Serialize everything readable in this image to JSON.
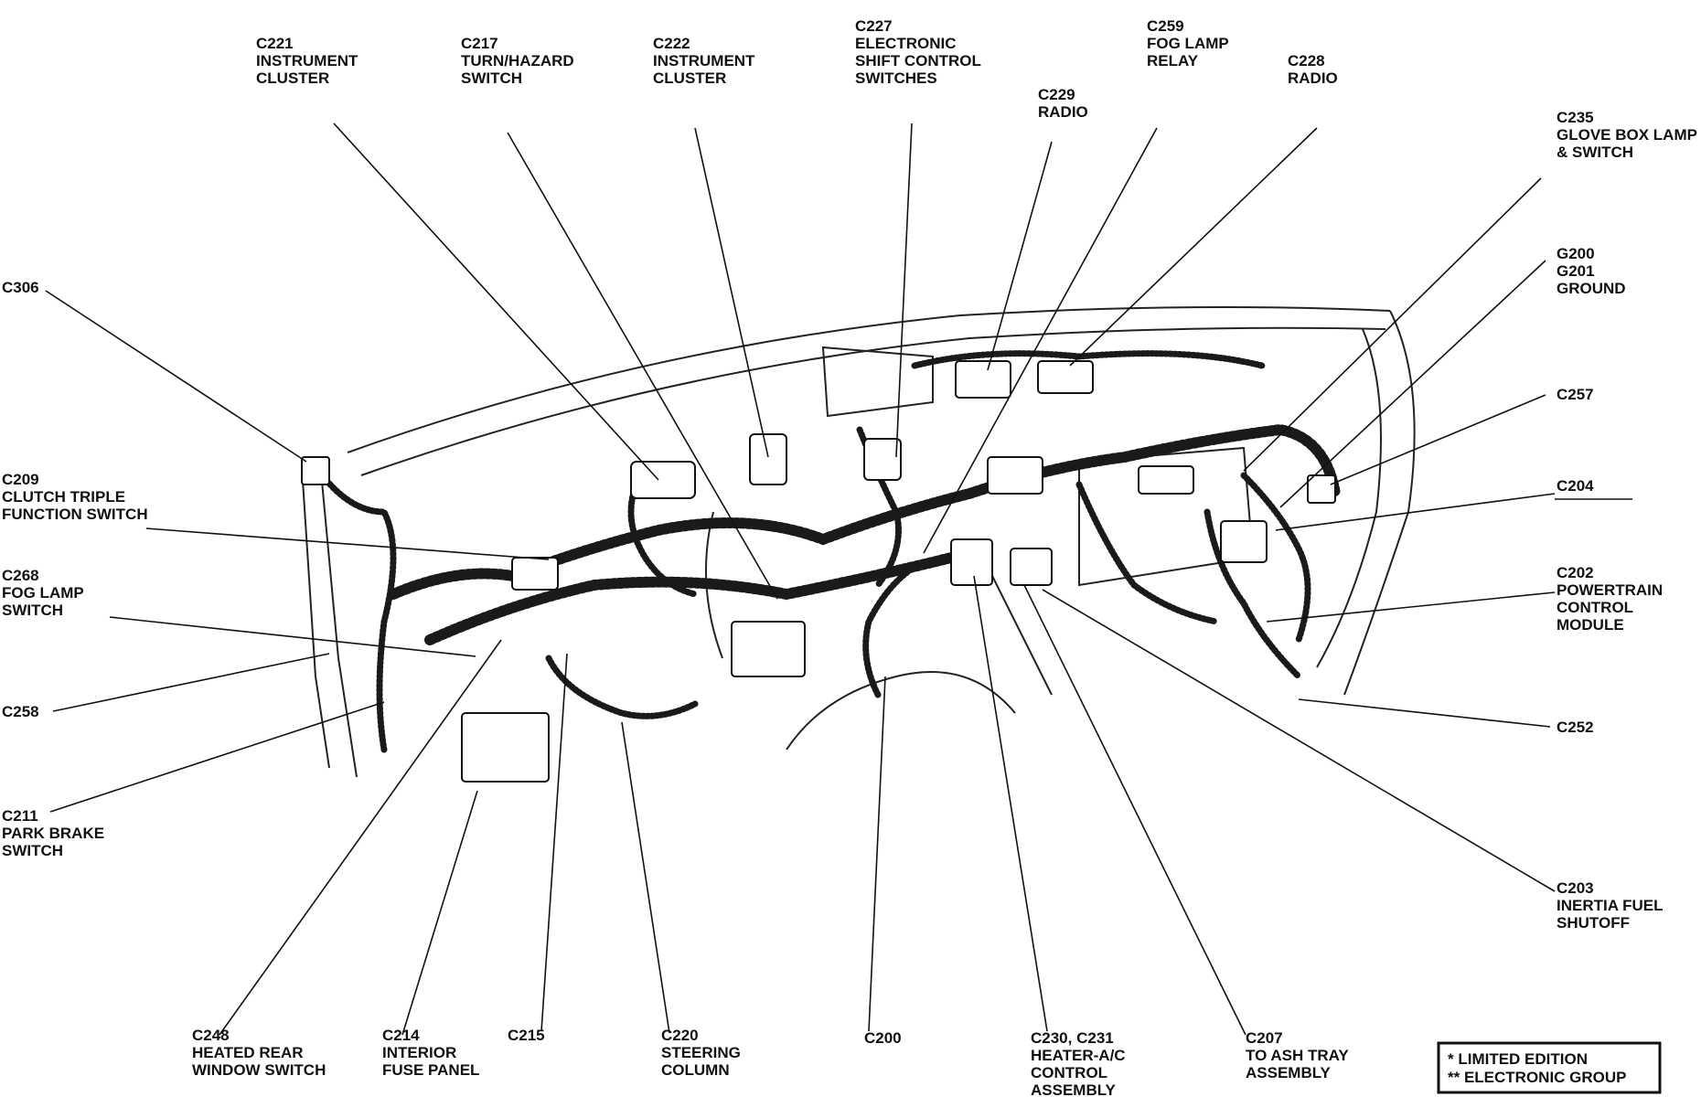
{
  "callouts": [
    {
      "id": "c221",
      "lines": [
        "C221",
        "INSTRUMENT",
        "CLUSTER"
      ]
    },
    {
      "id": "c217",
      "lines": [
        "C217",
        "TURN/HAZARD",
        "SWITCH"
      ]
    },
    {
      "id": "c222",
      "lines": [
        "C222",
        "INSTRUMENT",
        "CLUSTER"
      ]
    },
    {
      "id": "c227",
      "lines": [
        "C227",
        "ELECTRONIC",
        "SHIFT CONTROL",
        "SWITCHES"
      ]
    },
    {
      "id": "c259",
      "lines": [
        "C259",
        "FOG LAMP",
        "RELAY"
      ]
    },
    {
      "id": "c228",
      "lines": [
        "C228",
        "RADIO"
      ]
    },
    {
      "id": "c229",
      "lines": [
        "C229",
        "RADIO"
      ]
    },
    {
      "id": "c235",
      "lines": [
        "C235",
        "GLOVE BOX LAMP",
        "& SWITCH"
      ]
    },
    {
      "id": "c306",
      "lines": [
        "C306"
      ]
    },
    {
      "id": "g200",
      "lines": [
        "G200",
        "G201",
        "GROUND"
      ]
    },
    {
      "id": "c257",
      "lines": [
        "C257"
      ]
    },
    {
      "id": "c204",
      "lines": [
        "C204"
      ]
    },
    {
      "id": "c209",
      "lines": [
        "C209",
        "CLUTCH TRIPLE",
        "FUNCTION SWITCH"
      ]
    },
    {
      "id": "c268",
      "lines": [
        "C268",
        "FOG LAMP",
        "SWITCH"
      ]
    },
    {
      "id": "c202",
      "lines": [
        "C202",
        "POWERTRAIN",
        "CONTROL",
        "MODULE"
      ]
    },
    {
      "id": "c258",
      "lines": [
        "C258"
      ]
    },
    {
      "id": "c252",
      "lines": [
        "C252"
      ]
    },
    {
      "id": "c211",
      "lines": [
        "C211",
        "PARK BRAKE",
        "SWITCH"
      ]
    },
    {
      "id": "c203",
      "lines": [
        "C203",
        "INERTIA FUEL",
        "SHUTOFF"
      ]
    },
    {
      "id": "c248",
      "lines": [
        "C248",
        "HEATED REAR",
        "WINDOW SWITCH"
      ]
    },
    {
      "id": "c214",
      "lines": [
        "C214",
        "INTERIOR",
        "FUSE PANEL"
      ]
    },
    {
      "id": "c215",
      "lines": [
        "C215"
      ]
    },
    {
      "id": "c220",
      "lines": [
        "C220",
        "STEERING",
        "COLUMN"
      ]
    },
    {
      "id": "c200",
      "lines": [
        "C200"
      ]
    },
    {
      "id": "c230",
      "lines": [
        "C230, C231",
        "HEATER-A/C",
        "CONTROL",
        "ASSEMBLY"
      ]
    },
    {
      "id": "c207",
      "lines": [
        "C207",
        "TO ASH TRAY",
        "ASSEMBLY"
      ]
    }
  ],
  "legend": {
    "line1": "* LIMITED EDITION",
    "line2": "** ELECTRONIC GROUP"
  }
}
